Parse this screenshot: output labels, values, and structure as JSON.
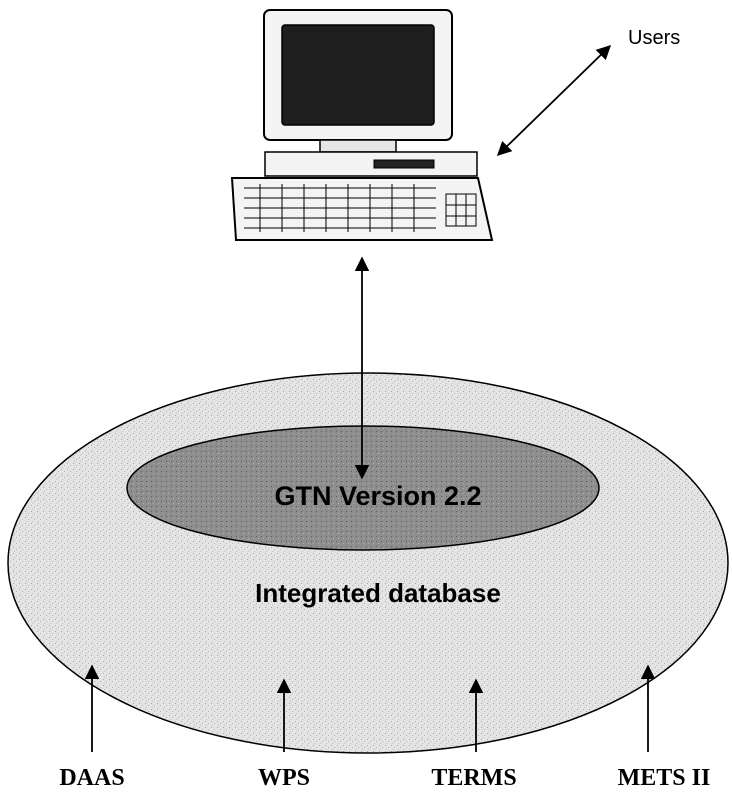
{
  "users_label": "Users",
  "core_label": "GTN Version 2.2",
  "database_label": "Integrated database",
  "sources": [
    {
      "label": "DAAS"
    },
    {
      "label": "WPS"
    },
    {
      "label": "TERMS"
    },
    {
      "label": "METS II"
    }
  ],
  "colors": {
    "outer_fill": "#e6e6e6",
    "inner_fill": "#8c8c8c",
    "stroke": "#000000",
    "text": "#000000"
  },
  "icons": {
    "workstation": "computer-workstation-icon"
  }
}
